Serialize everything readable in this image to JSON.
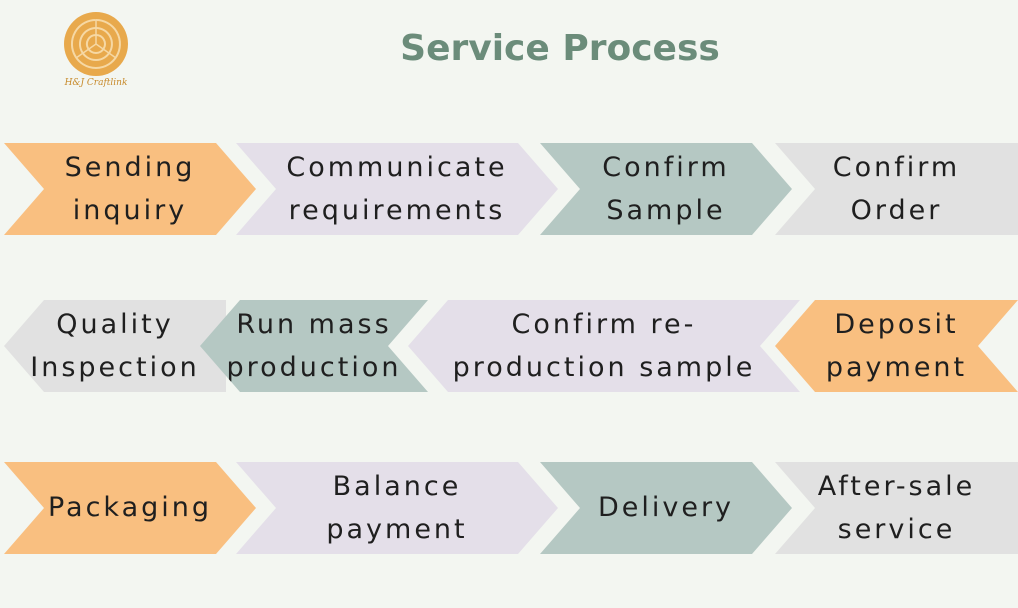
{
  "brand": {
    "logo_text": "H&J Craftlink"
  },
  "title": "Service Process",
  "colors": {
    "peach": "#f9bf80",
    "lavender": "#e4dfe9",
    "sage": "#b5c8c3",
    "grey": "#e1e1e1",
    "title": "#6b8c7a",
    "background": "#f3f6f1"
  },
  "rows": [
    {
      "direction": "right",
      "steps": [
        {
          "label": "Sending\ninquiry",
          "color": "peach"
        },
        {
          "label": "Communicate\nrequirements",
          "color": "lavender"
        },
        {
          "label": "Confirm\nSample",
          "color": "sage"
        },
        {
          "label": "Confirm\nOrder",
          "color": "grey"
        }
      ]
    },
    {
      "direction": "left",
      "steps": [
        {
          "label": "Quality\nInspection",
          "color": "grey"
        },
        {
          "label": "Run mass\nproduction",
          "color": "sage"
        },
        {
          "label": "Confirm re-\nproduction sample",
          "color": "lavender"
        },
        {
          "label": "Deposit\npayment",
          "color": "peach"
        }
      ]
    },
    {
      "direction": "right",
      "steps": [
        {
          "label": "Packaging",
          "color": "peach"
        },
        {
          "label": "Balance\npayment",
          "color": "lavender"
        },
        {
          "label": "Delivery",
          "color": "sage"
        },
        {
          "label": "After-sale\nservice",
          "color": "grey"
        }
      ]
    }
  ]
}
